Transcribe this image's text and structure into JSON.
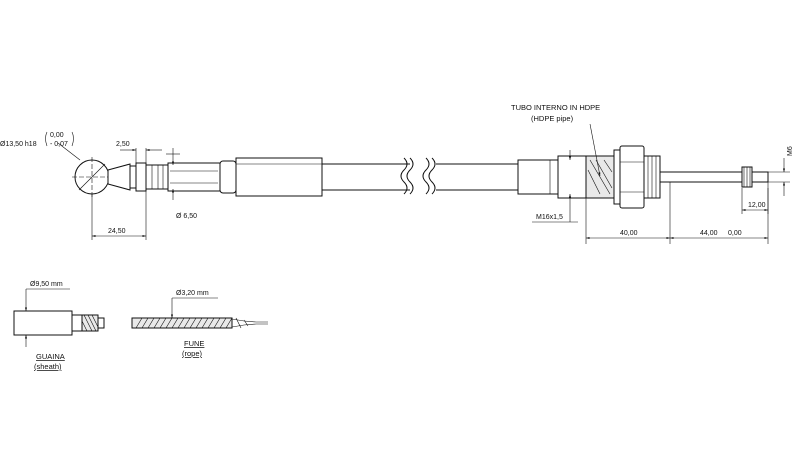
{
  "top_view": {
    "ball_dim": "Ø13,50 h18",
    "ball_tol_upper": "0,00",
    "ball_tol_lower": "- 0,07",
    "dim_250": "2,50",
    "dim_650": "Ø 6,50",
    "dim_2450": "24,50",
    "tube_label": "TUBO INTERNO IN HDPE",
    "tube_label_en": "(HDPE pipe)",
    "thread": "M16x1,5",
    "dim_4000": "40,00",
    "dim_4400": "44,00",
    "dim_4400_b": "0,00",
    "dim_1200": "12,00",
    "dim_m6": "M6"
  },
  "sheath": {
    "diameter": "Ø9,50 mm",
    "label": "GUAINA",
    "label_en": "(sheath)"
  },
  "rope": {
    "diameter": "Ø3,20 mm",
    "label": "FUNE",
    "label_en": "(rope)"
  }
}
